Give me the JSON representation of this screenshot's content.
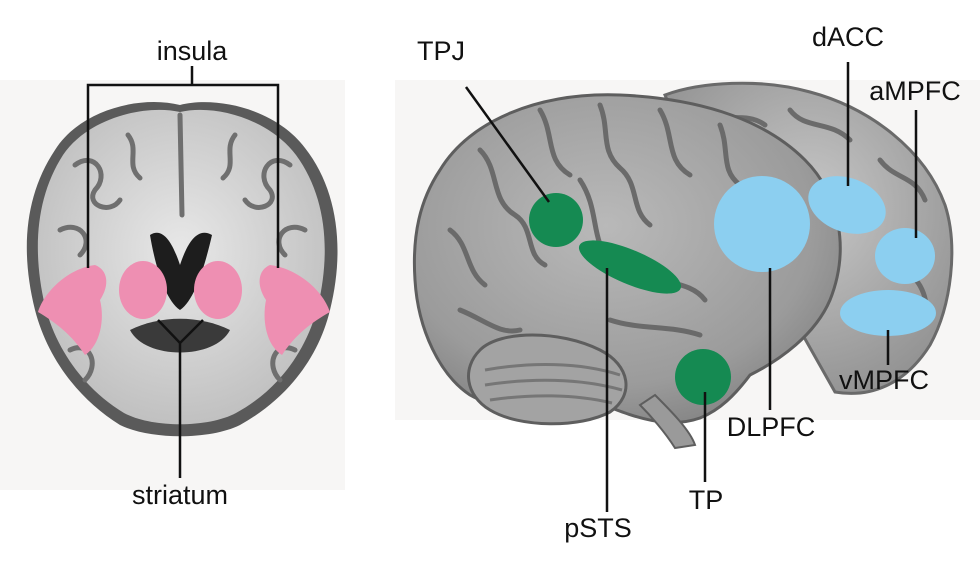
{
  "labels": {
    "insula": "insula",
    "striatum": "striatum",
    "tpj": "TPJ",
    "psts": "pSTS",
    "tp": "TP",
    "dlpfc": "DLPFC",
    "dacc": "dACC",
    "ampfc": "aMPFC",
    "vmpfc": "vMPFC"
  },
  "colors": {
    "insula_striatum": "#ee8fb2",
    "social_temporal": "#158a52",
    "prefrontal": "#8ccff0",
    "brain_gray": "#9a9a9a",
    "line": "#111111"
  }
}
